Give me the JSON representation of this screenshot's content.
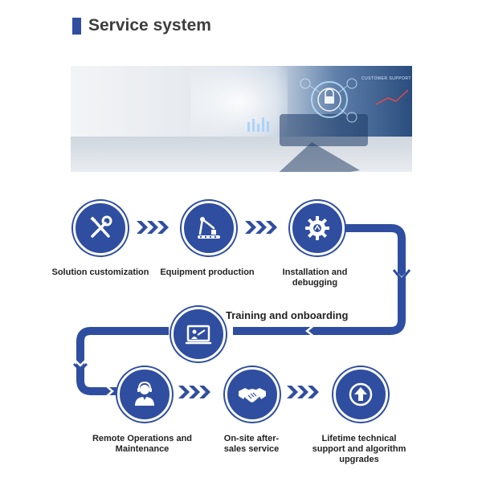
{
  "header": {
    "title": "Service system"
  },
  "banner": {
    "overlay_text": "CUSTOMER SUPPORT"
  },
  "steps": [
    {
      "label": "Solution customization",
      "icon": "wrench-screwdriver-icon"
    },
    {
      "label": "Equipment production",
      "icon": "robot-arm-icon"
    },
    {
      "label": "Installation and debugging",
      "icon": "gear-icon"
    },
    {
      "label": "Training and onboarding",
      "icon": "presentation-screen-icon"
    },
    {
      "label": "Remote Operations and Maintenance",
      "icon": "support-agent-icon"
    },
    {
      "label": "On-site after-sales service",
      "icon": "handshake-icon"
    },
    {
      "label": "Lifetime technical support and algorithm upgrades",
      "icon": "upload-arrow-icon"
    }
  ],
  "colors": {
    "accent": "#2f4ea0",
    "title_text": "#3d3d3d"
  }
}
